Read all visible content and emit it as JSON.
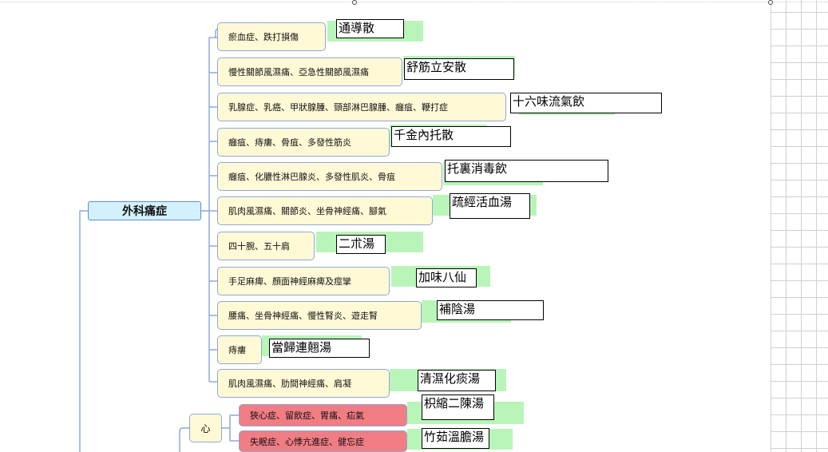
{
  "diagram": {
    "root": "外科痛症",
    "branches": [
      {
        "condition": "瘀血症、跌打損傷",
        "formula": "通導散"
      },
      {
        "condition": "慢性關節風濕痛、亞急性關節風濕痛",
        "formula": "舒筋立安散"
      },
      {
        "condition": "乳腺症、乳癌、甲狀腺腫、頸部淋巴腺腫、癰疽、鞭打症",
        "formula": "十六味流氣飲"
      },
      {
        "condition": "癰疽、痔瘻、骨疽、多發性筋炎",
        "formula": "千金內托散"
      },
      {
        "condition": "癰疽、化膿性淋巴腺炎、多發性肌炎、骨疽",
        "formula": "托裏消毒飲"
      },
      {
        "condition": "肌肉風濕痛、關節炎、坐骨神經痛、腳氣",
        "formula": "疏經活血湯"
      },
      {
        "condition": "四十腕、五十肩",
        "formula": "二朮湯"
      },
      {
        "condition": "手足麻痺、顏面神經麻痺及痙攣",
        "formula": "加味八仙"
      },
      {
        "condition": "腰痛、坐骨神經痛、慢性腎炎、遊走腎",
        "formula": "補陰湯"
      },
      {
        "condition": "痔瘻",
        "formula": "當歸連翹湯"
      },
      {
        "condition": "肌肉風濕痛、肋間神經痛、肩凝",
        "formula": "清濕化痰湯"
      }
    ],
    "category": "心",
    "category_branches": [
      {
        "condition": "狹心症、留飲症、胃痛、疝氣",
        "formula": "枳縮二陳湯"
      },
      {
        "condition": "失眠症、心悸亢進症、健忘症",
        "formula": "竹茹溫膽湯"
      }
    ]
  }
}
